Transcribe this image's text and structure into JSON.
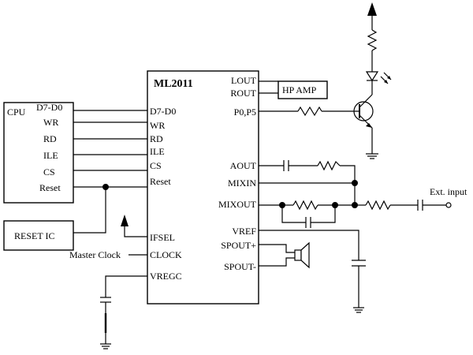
{
  "chip": {
    "name": "ML2011",
    "left_pins": [
      "D7-D0",
      "WR",
      "RD",
      "ILE",
      "CS",
      "Reset",
      "IFSEL",
      "CLOCK",
      "VREGC"
    ],
    "right_pins": [
      "LOUT",
      "ROUT",
      "P0,P5",
      "AOUT",
      "MIXIN",
      "MIXOUT",
      "VREF",
      "SPOUT+",
      "SPOUT-"
    ]
  },
  "cpu": {
    "name": "CPU",
    "pins": [
      "D7-D0",
      "WR",
      "RD",
      "ILE",
      "CS",
      "Reset"
    ]
  },
  "reset_ic": {
    "label": "RESET IC"
  },
  "hp_amp": {
    "label": "HP AMP"
  },
  "master_clock": {
    "label": "Master Clock"
  },
  "ext_input": {
    "label": "Ext. input"
  }
}
